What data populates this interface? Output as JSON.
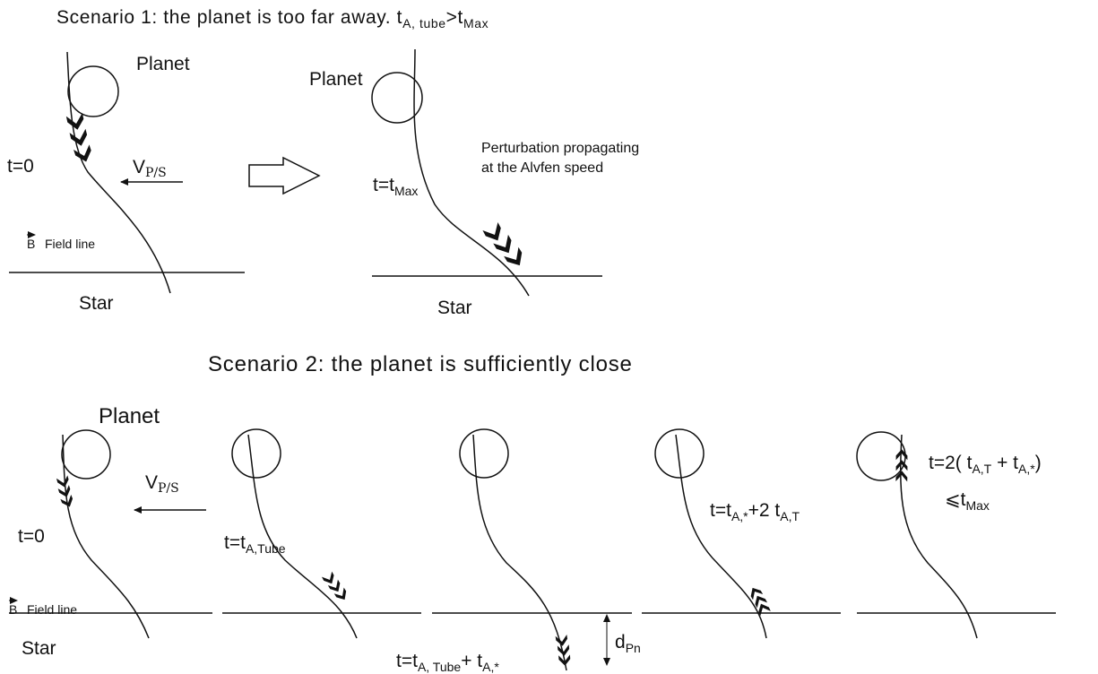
{
  "scenario1": {
    "title": "Scenario 1: the planet is too far away. t",
    "title_sub1": "A, tube",
    "title_gt": ">t",
    "title_sub2": "Max",
    "panel_left": {
      "planet": "Planet",
      "time": "t=0",
      "velocity": "V",
      "velocity_sub": "P/S",
      "field_vec": "B",
      "field_label": "Field line",
      "star": "Star"
    },
    "panel_right": {
      "planet": "Planet",
      "time": "t=t",
      "time_sub": "Max",
      "annotation_line1": "Perturbation propagating",
      "annotation_line2": "at the Alvfen speed",
      "star": "Star"
    }
  },
  "scenario2": {
    "title": "Scenario 2: the planet is sufficiently close",
    "panel1": {
      "planet": "Planet",
      "velocity": "V",
      "velocity_sub": "P/S",
      "time": "t=0",
      "field_vec": "B",
      "field_label": "Field line",
      "star": "Star"
    },
    "panel2": {
      "time": "t=t",
      "time_sub": "A,Tube"
    },
    "panel3": {
      "time_a": "t=t",
      "time_a_sub": "A, Tube",
      "time_b": "+ t",
      "time_b_sub": "A,*",
      "depth": "d",
      "depth_sub": "Pn"
    },
    "panel4": {
      "time_a": "t=t",
      "time_a_sub": "A,*",
      "time_b": "+2 t",
      "time_b_sub": "A,T"
    },
    "panel5": {
      "time_a": "t=2( t",
      "time_a_sub": "A,T",
      "time_b": " + t",
      "time_b_sub": "A,*",
      "time_c": ")",
      "leq": "⩽t",
      "leq_sub": "Max"
    }
  },
  "icons": [
    "right-arrow-icon",
    "left-arrow-icon",
    "vector-arrow-icon",
    "chevron-icon",
    "double-arrow-icon"
  ]
}
